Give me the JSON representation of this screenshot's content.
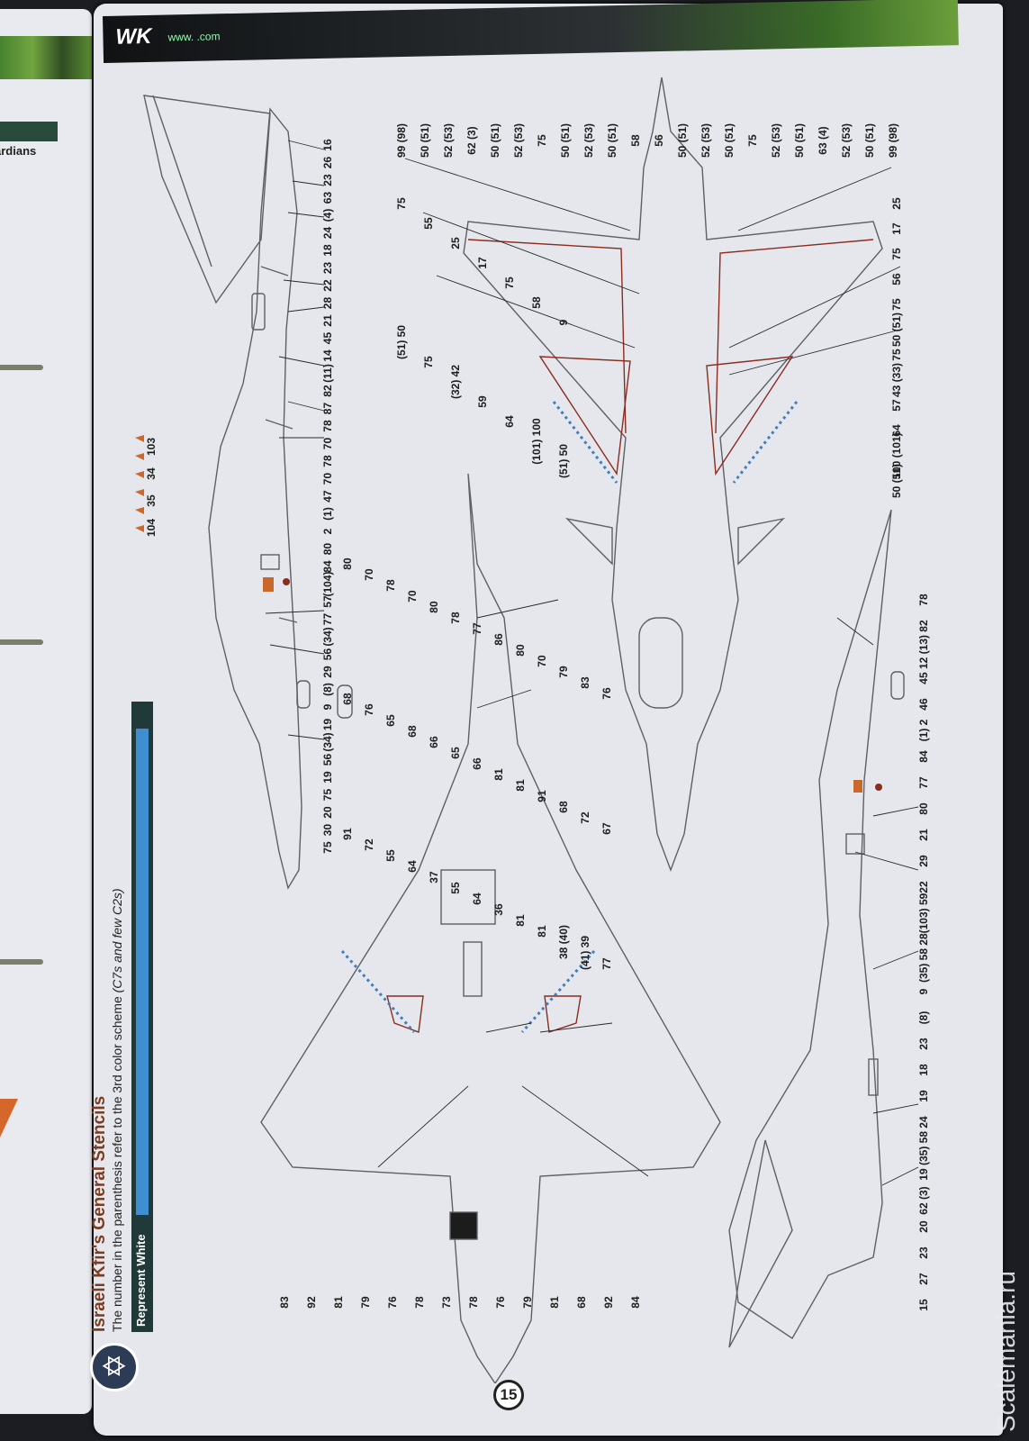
{
  "header": {
    "logo": "WK",
    "url": "www.             .com"
  },
  "left_page": {
    "fragment": "ardians"
  },
  "title_block": {
    "title": "Israeli Kfir's General Stencils",
    "subtitle_prefix": "The number in the parenthesis refer to the 3rd color scheme ",
    "subtitle_italic": "(C7s and few C2s)",
    "legend_label": "Represent White",
    "legend_color": "#3f8fd0"
  },
  "roundel_glyph": "✡",
  "page_number": "15",
  "watermark": "Scalemania.ru",
  "colors": {
    "outline": "#5e6066",
    "leader": "#2b2b2b",
    "stencil_red": "#8b2c1e",
    "stencil_blue": "#3f7fbf",
    "stencil_orange": "#c9672c"
  },
  "callouts": {
    "side_left": [
      "16",
      "26",
      "23",
      "63",
      "(4)",
      "24",
      "18",
      "23",
      "22",
      "28",
      "21",
      "45",
      "14",
      "(11)",
      "82",
      "87",
      "78",
      "70",
      "78",
      "70",
      "47",
      "(1)",
      "2",
      "80",
      "84",
      "(104)",
      "57",
      "77",
      "(34)",
      "56",
      "29",
      "(8)",
      "9",
      "19",
      "(34)",
      "56",
      "19",
      "75",
      "20",
      "30",
      "75"
    ],
    "top_view": [
      "99 (98)",
      "50 (51)",
      "52 (53)",
      "62 (3)",
      "50 (51)",
      "52 (53)",
      "75",
      "50 (51)",
      "52 (53)",
      "50 (51)",
      "58",
      "56",
      "50 (51)",
      "52 (53)",
      "50 (51)",
      "75",
      "52 (53)",
      "50 (51)",
      "63 (4)",
      "52 (53)",
      "50 (51)",
      "99 (98)",
      "25",
      "17",
      "75",
      "56",
      "75",
      "50 (51)",
      "75",
      "43 (33)",
      "57",
      "64",
      "100 (101)",
      "50 (51)",
      "75",
      "55",
      "25",
      "17",
      "75",
      "58",
      "9",
      "(51) 50",
      "75",
      "(32) 42",
      "59",
      "64",
      "(101) 100",
      "(51) 50"
    ],
    "bottom_view": [
      "80",
      "70",
      "78",
      "70",
      "80",
      "78",
      "77",
      "86",
      "80",
      "70",
      "79",
      "83",
      "76",
      "68",
      "76",
      "65",
      "68",
      "66",
      "65",
      "66",
      "81",
      "81",
      "91",
      "68",
      "72",
      "67",
      "91",
      "72",
      "55",
      "64",
      "37",
      "55",
      "64",
      "36",
      "81",
      "81",
      "38 (40)",
      "(41) 39",
      "77",
      "83",
      "92",
      "81",
      "79",
      "76",
      "78",
      "73",
      "78",
      "76",
      "79",
      "81",
      "68",
      "92",
      "84"
    ],
    "side_right": [
      "78",
      "82",
      "12 (13)",
      "45",
      "46",
      "(1) 2",
      "84",
      "77",
      "80",
      "21",
      "29",
      "22",
      "(103) 59",
      "28",
      "(35) 58",
      "9",
      "(8)",
      "23",
      "18",
      "19",
      "24",
      "(35) 58",
      "19",
      "62 (3)",
      "20",
      "23",
      "27",
      "15"
    ],
    "stencil_small_codes": [
      "103",
      "34",
      "35",
      "104"
    ]
  }
}
